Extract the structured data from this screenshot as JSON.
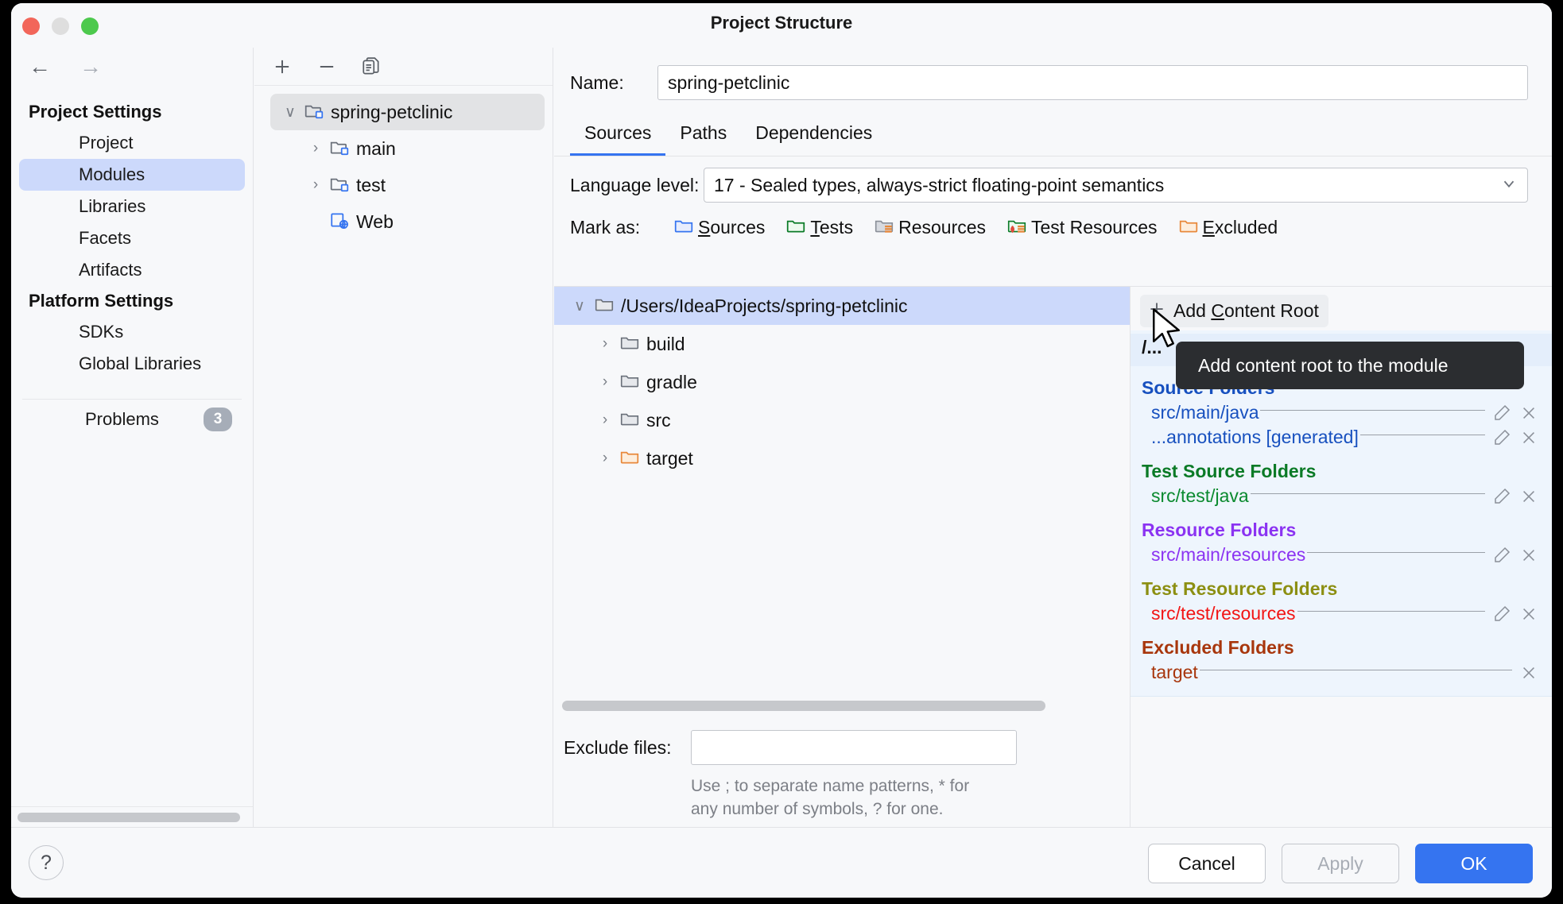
{
  "window": {
    "title": "Project Structure"
  },
  "sidebar": {
    "nav": {
      "back": "←",
      "forward": "→"
    },
    "groups": [
      {
        "title": "Project Settings",
        "items": [
          {
            "label": "Project",
            "selected": false
          },
          {
            "label": "Modules",
            "selected": true
          },
          {
            "label": "Libraries",
            "selected": false
          },
          {
            "label": "Facets",
            "selected": false
          },
          {
            "label": "Artifacts",
            "selected": false
          }
        ]
      },
      {
        "title": "Platform Settings",
        "items": [
          {
            "label": "SDKs",
            "selected": false
          },
          {
            "label": "Global Libraries",
            "selected": false
          }
        ]
      }
    ],
    "problems": {
      "label": "Problems",
      "count": "3"
    }
  },
  "tree_panel": {
    "toolbar": [
      {
        "name": "add-icon",
        "glyph": "+"
      },
      {
        "name": "remove-icon",
        "glyph": "−"
      },
      {
        "name": "copy-icon",
        "glyph": "⎘"
      }
    ],
    "rows": [
      {
        "label": "spring-petclinic",
        "twisty": "∨",
        "selected": true,
        "indent": 0,
        "icon": "module-folder-icon"
      },
      {
        "label": "main",
        "twisty": "›",
        "selected": false,
        "indent": 1,
        "icon": "module-folder-icon"
      },
      {
        "label": "test",
        "twisty": "›",
        "selected": false,
        "indent": 1,
        "icon": "module-folder-icon"
      },
      {
        "label": "Web",
        "twisty": "",
        "selected": false,
        "indent": 2,
        "icon": "web-facet-icon"
      }
    ]
  },
  "main": {
    "name_label": "Name:",
    "name_value": "spring-petclinic",
    "tabs": [
      {
        "label": "Sources",
        "active": true
      },
      {
        "label": "Paths",
        "active": false
      },
      {
        "label": "Dependencies",
        "active": false
      }
    ],
    "language_level_label": "Language level:",
    "language_level_value": "17 - Sealed types, always-strict floating-point semantics",
    "mark_as_label": "Mark as:",
    "mark_as": [
      {
        "label": "Sources",
        "mnemonic": "S",
        "icon": "folder-sources-icon",
        "color": "#3574f0"
      },
      {
        "label": "Tests",
        "mnemonic": "T",
        "icon": "folder-tests-icon",
        "color": "#0a8a2e"
      },
      {
        "label": "Resources",
        "mnemonic": "",
        "icon": "folder-resources-icon",
        "color": "#8a8f98"
      },
      {
        "label": "Test Resources",
        "mnemonic": "",
        "icon": "folder-test-resources-icon",
        "color": "#0a8a2e"
      },
      {
        "label": "Excluded",
        "mnemonic": "E",
        "icon": "folder-excluded-icon",
        "color": "#e8883a"
      }
    ],
    "content_tree": [
      {
        "label": "/Users/IdeaProjects/spring-petclinic",
        "twisty": "∨",
        "selected": true,
        "child": false,
        "folder": "grey"
      },
      {
        "label": "build",
        "twisty": "›",
        "selected": false,
        "child": true,
        "folder": "grey"
      },
      {
        "label": "gradle",
        "twisty": "›",
        "selected": false,
        "child": true,
        "folder": "grey"
      },
      {
        "label": "src",
        "twisty": "›",
        "selected": false,
        "child": true,
        "folder": "grey"
      },
      {
        "label": "target",
        "twisty": "›",
        "selected": false,
        "child": true,
        "folder": "orange"
      }
    ],
    "exclude_label": "Exclude files:",
    "exclude_value": "",
    "exclude_hint_1": "Use ; to separate name patterns, * for",
    "exclude_hint_2": "any number of symbols, ? for one."
  },
  "detail": {
    "add_content_root": {
      "label": "Add Content Root",
      "mnemonic": "C",
      "icon": "plus-icon"
    },
    "root_path": "/...",
    "groups": [
      {
        "title": "Source Folders",
        "title_class": "c-src",
        "items": [
          {
            "path": "src/main/java",
            "path_class": "c-src",
            "has_edit": true,
            "has_remove": true
          },
          {
            "path": "...annotations [generated]",
            "path_class": "c-src",
            "has_edit": true,
            "has_remove": true
          }
        ]
      },
      {
        "title": "Test Source Folders",
        "title_class": "c-testf",
        "items": [
          {
            "path": "src/test/java",
            "path_class": "c-test",
            "has_edit": true,
            "has_remove": true
          }
        ]
      },
      {
        "title": "Resource Folders",
        "title_class": "c-res",
        "items": [
          {
            "path": "src/main/resources",
            "path_class": "c-res",
            "has_edit": true,
            "has_remove": true
          }
        ]
      },
      {
        "title": "Test Resource Folders",
        "title_class": "c-tres",
        "items": [
          {
            "path": "src/test/resources",
            "path_class": "c-tresv",
            "has_edit": true,
            "has_remove": true
          }
        ]
      },
      {
        "title": "Excluded Folders",
        "title_class": "c-excl",
        "items": [
          {
            "path": "target",
            "path_class": "c-excl",
            "has_edit": false,
            "has_remove": true
          }
        ]
      }
    ],
    "tooltip": "Add content root to the module"
  },
  "footer": {
    "help": "?",
    "cancel": "Cancel",
    "apply": "Apply",
    "ok": "OK"
  }
}
